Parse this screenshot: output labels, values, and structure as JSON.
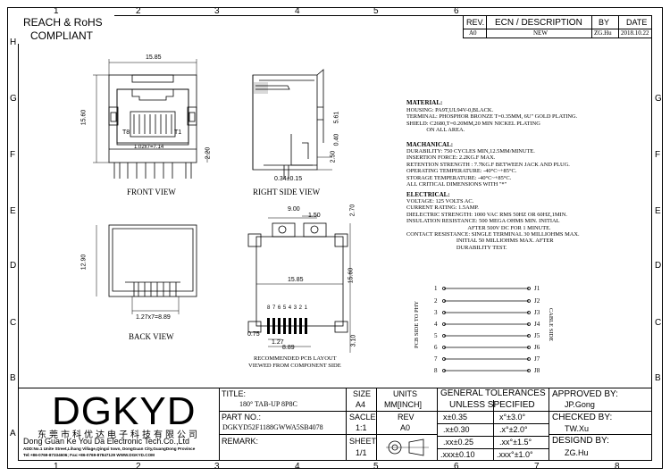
{
  "compliance": {
    "line1": "REACH & RoHS",
    "line2": "COMPLIANT"
  },
  "grid": {
    "cols": [
      "1",
      "2",
      "3",
      "4",
      "5",
      "6",
      "7",
      "8"
    ],
    "rows": [
      "H",
      "G",
      "F",
      "E",
      "D",
      "C",
      "B",
      "A"
    ]
  },
  "revision": {
    "headers": {
      "rev": "REV.",
      "ecn": "ECN / DESCRIPTION",
      "by": "BY",
      "date": "DATE"
    },
    "row": {
      "rev": "A0",
      "ecn": "NEW",
      "by": "ZG.Hu",
      "date": "2018.10.22"
    }
  },
  "views": {
    "front": {
      "label": "FRONT VIEW",
      "w": "15.85",
      "h": "15.60",
      "h2": "2.20",
      "pitch": "1.02x7=7.14",
      "t8": "T8",
      "t1": "T1"
    },
    "side": {
      "label": "RIGHT SIDE VIEW",
      "d1": "0.40",
      "d2": "5.61",
      "d3": "2.50",
      "d4": "0.34±0.15"
    },
    "back": {
      "label": "BACK VIEW",
      "h": "12.90",
      "pitch": "1.27x7=8.89"
    },
    "pcb": {
      "label1": "RECOMMENDED PCB LAYOUT",
      "label2": "VIEWED FROM COMPONENT SIDE",
      "d_900": "9.00",
      "d_150": "1.50",
      "d_270": "2.70",
      "d_1585": "15.85",
      "d_1560": "15.60",
      "d_075": "0.75",
      "d_127": "1.27",
      "d_889": "8.89",
      "d_310": "3.10",
      "pins": [
        "8",
        "7",
        "6",
        "5",
        "4",
        "3",
        "2",
        "1"
      ]
    }
  },
  "specs": {
    "material_h": "MATERIAL:",
    "material": "HOUSING: PA9T,UL94V-0,BLACK.\nTERMINAL: PHOSPHOR BRONZE T=0.35MM, 6U\" GOLD PLATING.\nSHIELD: C2680,T=0.20MM,20 MIN NICKEL PLATING\n              ON ALL AREA.",
    "mechanical_h": "MACHANICAL:",
    "mechanical": "DURABILITY: 750 CYCLES MIN,12.5MM/MINUTE.\nINSERTION FORCE: 2.2KG.F MAX.\nRETENTION STRENGTH : 7.7KG.F BETWEEN JACK AND PLUG.\nOPERATING TEMPERATURE: -40°C~+85°C.\nSTORAGE TEMPERATURE: -40°C~+85°C.\nALL CRITICAL DIMENSIONS WITH \"*\"",
    "electrical_h": "ELECTRICAL:",
    "electrical": "VOLTAGE: 125 VOLTS AC.\nCURRENT RATING: 1.5AMP.\nDIELECTRIC STRENGTH: 1000 VAC RMS 50HZ OR 60HZ,1MIN.\nINSULATION RESISTANCE: 500 MEGA OHMS MIN. INITIAL\n                                           AFTER 500V DC FOR 1 MINUTE.\nCONTACT RESISTANCE: SINGLE TERMINAL 30 MILLIOHMS MAX.\n                                   INITIAL 50 MILLIOHMS MAX. AFTER\n                                   DURABILITY TEST."
  },
  "schematic": {
    "left_label": "PCB SIDE TO PHY",
    "right_label": "CABLE SIDE",
    "pins_left": [
      "1",
      "2",
      "3",
      "4",
      "5",
      "6",
      "7",
      "8"
    ],
    "pins_right": [
      "J1",
      "J2",
      "J3",
      "J4",
      "J5",
      "J6",
      "J7",
      "J8"
    ]
  },
  "titleblock": {
    "logo": "DGKYD",
    "company_cn": "东莞市科优达电子科技有限公司",
    "company_en": "Dong Guan Ke You Da Electronic Tech.Co.,Ltd",
    "address": "ADD:No.1 Unite Street,Lihang Village,Qingxi town, DongGuan City,GuangDong Province",
    "contact": "Tel:+86-0769-87334606; Fax:+86-0769-87847129  WWW.DGKYD.COM",
    "title_label": "TITLE:",
    "title_value": "180° TAB-UP 8P8C",
    "partno_label": "PART NO.:",
    "partno_value": "DGKYD52F1188GWWA5SB4078",
    "remark_label": "REMARK:",
    "size_label": "SIZE",
    "size_value": "A4",
    "scale_label": "SACLE",
    "scale_value": "1:1",
    "sheet_label": "SHEET",
    "sheet_value": "1/1",
    "units_label": "UNITS",
    "units_value": "MM[INCH]",
    "rev_label": "REV",
    "rev_value": "A0",
    "tol_title1": "GENERAL TOLERANCES",
    "tol_title2": "UNLESS SPECIFIED",
    "tol": [
      [
        "x±0.35",
        "x°±3.0°"
      ],
      [
        ".x±0.30",
        ".x°±2.0°"
      ],
      [
        ".xx±0.25",
        ".xx°±1.5°"
      ],
      [
        ".xxx±0.10",
        ".xxx°±1.0°"
      ]
    ],
    "approved_label": "APPROVED BY:",
    "approved_value": "JP.Gong",
    "checked_label": "CHECKED BY:",
    "checked_value": "TW.Xu",
    "design_label": "DESIGND BY:",
    "design_value": "ZG.Hu"
  }
}
